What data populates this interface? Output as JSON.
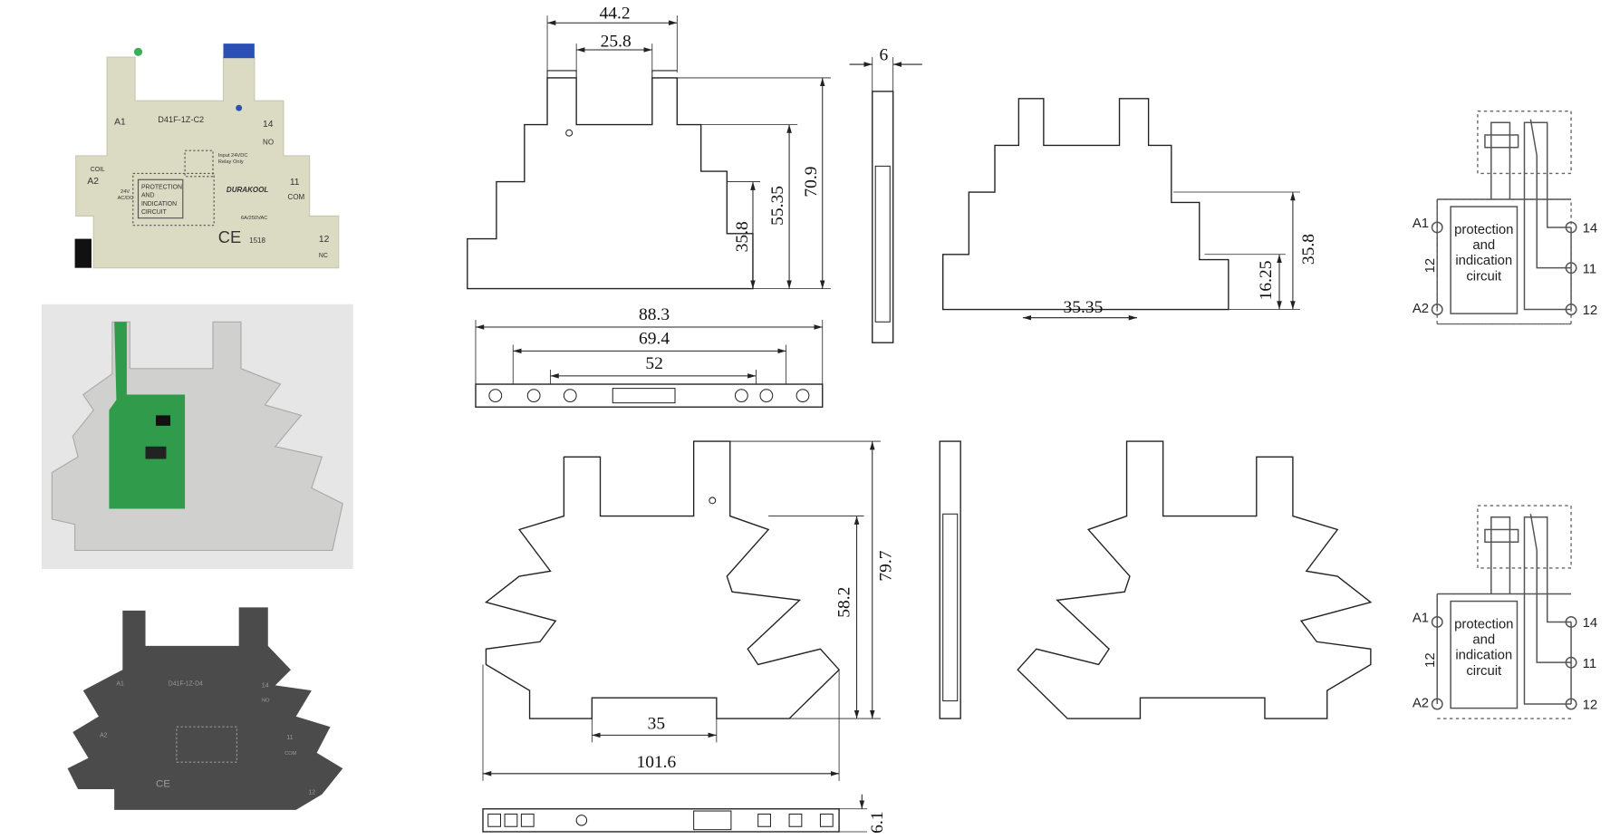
{
  "photos": {
    "beige": {
      "model": "D41F-1Z-C2",
      "terminals": {
        "a1": "A1",
        "t14": "14",
        "no": "NO",
        "coil": "COIL",
        "a2": "A2",
        "t11": "11",
        "com": "COM",
        "t12": "12",
        "nc": "NC"
      },
      "circuit": [
        "PROTECTION",
        "AND",
        "INDICATION",
        "CIRCUIT"
      ],
      "brand": "DURAKOOL",
      "rating": "6A/250VAC",
      "cert": "CE",
      "cert_no": "1518",
      "input": "Input 24VDC",
      "input2": "Relay Only",
      "voltage": "24V",
      "voltage2": "AC/DC"
    },
    "dark": {
      "model": "D41F-1Z-D4",
      "terminals": {
        "a1": "A1",
        "t14": "14",
        "no": "NO",
        "a2": "A2",
        "t11": "11",
        "com": "COM",
        "t12": "12"
      },
      "cert": "CE"
    }
  },
  "dimensions": {
    "top": {
      "w_towers": "44.2",
      "w_gap": "25.8",
      "h_total": "70.9",
      "h_shoulder": "55.35",
      "h_step": "35.8",
      "thickness": "6",
      "len_total": "88.3",
      "len_mid": "69.4",
      "len_inner": "52",
      "rear_h": "35.8",
      "rear_h2": "16.25",
      "rear_rail": "35.35"
    },
    "bottom": {
      "h_total": "79.7",
      "h_shoulder": "58.2",
      "rail": "35",
      "len_total": "101.6",
      "thickness": "6.1"
    }
  },
  "schematics": [
    {
      "a1": "A1",
      "a2": "A2",
      "voltage": "12",
      "t14": "14",
      "t11": "11",
      "t12": "12",
      "box": [
        "protection",
        "and",
        "indication",
        "circuit"
      ]
    },
    {
      "a1": "A1",
      "a2": "A2",
      "voltage": "12",
      "t14": "14",
      "t11": "11",
      "t12": "12",
      "box": [
        "protection",
        "and",
        "indication",
        "circuit"
      ]
    }
  ]
}
